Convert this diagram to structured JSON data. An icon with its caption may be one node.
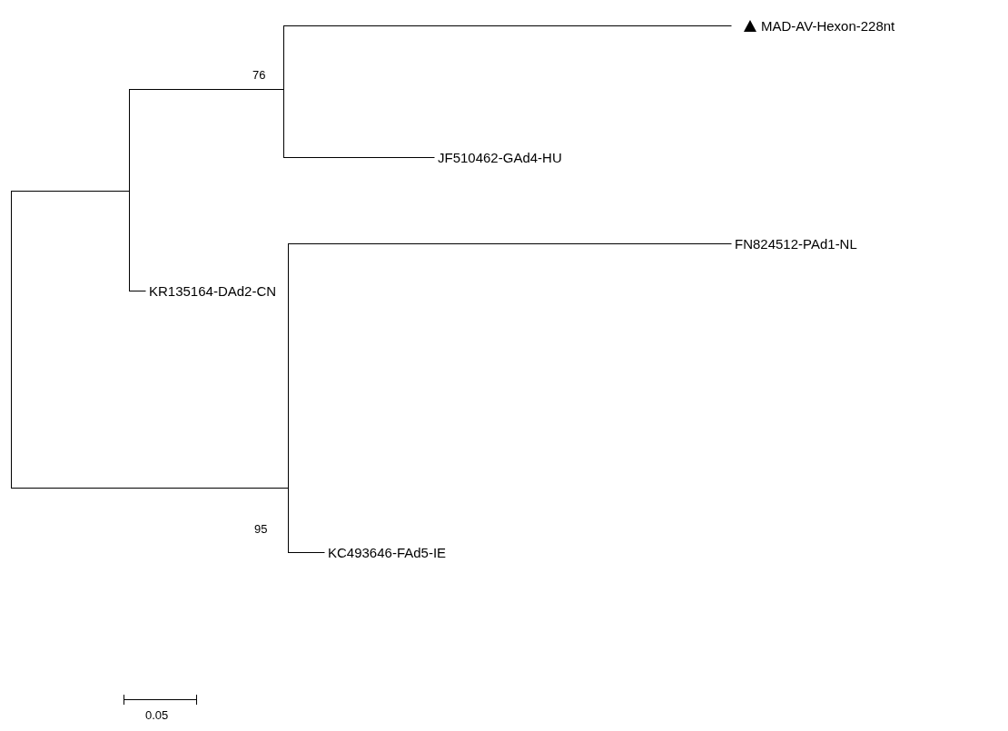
{
  "diagram": {
    "nodes": [
      {
        "text": [],
        "shape": "bar"
      },
      {
        "text": [],
        "shape": "bar"
      },
      {
        "text": [],
        "shape": "bar",
        "beside": [
          "76"
        ]
      },
      {
        "text": [
          "MAD-AV-Hexon-228nt"
        ]
      },
      {
        "text": [
          "JF510462-GAd4-HU"
        ]
      },
      {
        "text": [
          "KR135164-DAd2-CN"
        ]
      },
      {
        "text": [],
        "shape": "bar",
        "beside": [
          "95"
        ]
      },
      {
        "text": [
          "FN824512-PAd1-NL"
        ]
      },
      {
        "text": [
          "KC493646-FAd5-IE"
        ]
      }
    ],
    "edges": [
      {
        "from": 0,
        "to": 1,
        "arrow": "none"
      },
      {
        "from": 1,
        "to": 2,
        "arrow": "none"
      },
      {
        "from": 2,
        "to": 3,
        "arrow": "none"
      },
      {
        "from": 2,
        "to": 4,
        "arrow": "none"
      },
      {
        "from": 1,
        "to": 5,
        "arrow": "none"
      },
      {
        "from": 0,
        "to": 6,
        "arrow": "none"
      },
      {
        "from": 6,
        "to": 7,
        "arrow": "none"
      },
      {
        "from": 6,
        "to": 8,
        "arrow": "none"
      }
    ],
    "labels": [
      "0.05"
    ]
  }
}
